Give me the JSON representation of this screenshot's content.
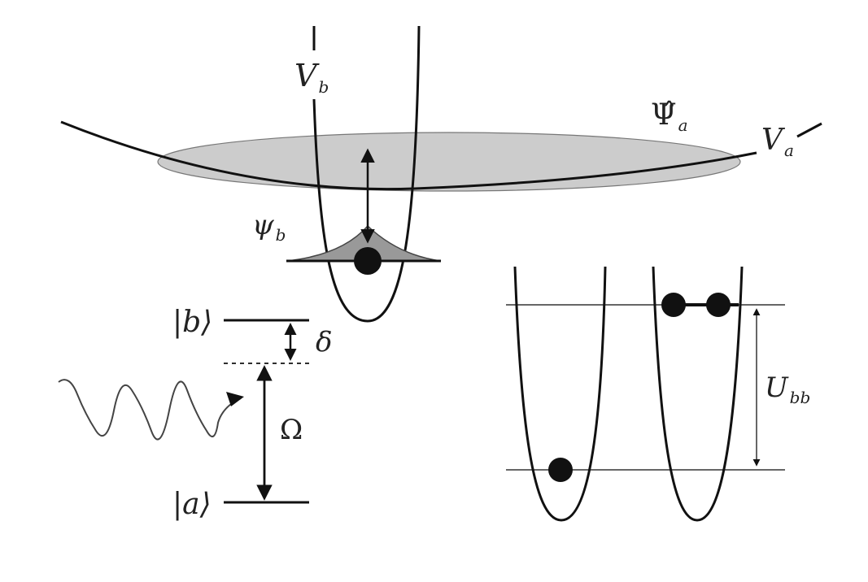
{
  "labels": {
    "potential_b": {
      "main": "V",
      "sub": "b"
    },
    "potential_a": {
      "main": "V",
      "sub": "a"
    },
    "field_a": {
      "main": "Ψ̂",
      "sub": "a"
    },
    "wavefunction_b": {
      "main": "ψ",
      "sub": "b"
    },
    "state_b": "|b⟩",
    "state_a": "|a⟩",
    "detuning": "δ",
    "rabi": "Ω",
    "interaction": {
      "main": "U",
      "sub": "bb"
    }
  },
  "colors": {
    "line": "#111111",
    "thin_line": "#555555",
    "cloud_fill": "#cccccc",
    "wavepacket_fill": "#999999",
    "atom": "#111111"
  }
}
